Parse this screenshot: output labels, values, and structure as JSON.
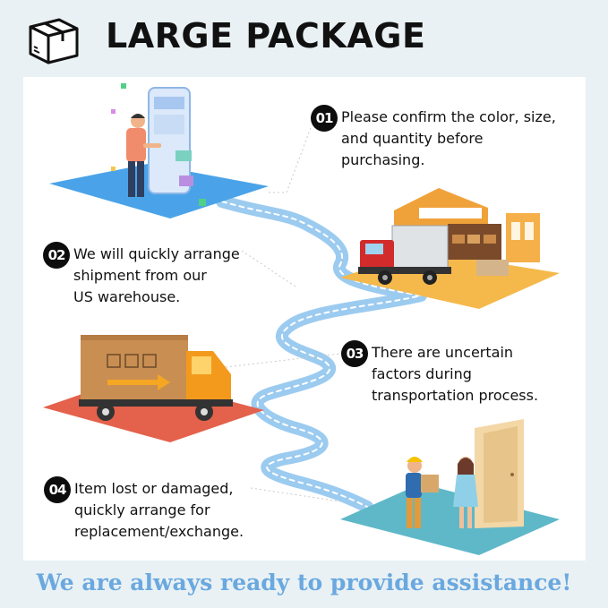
{
  "header": {
    "title": "LARGE PACKAGE",
    "icon": "box-icon"
  },
  "steps": [
    {
      "num": "01",
      "lines": [
        "Please confirm the color, size,",
        "and quantity before",
        "purchasing."
      ]
    },
    {
      "num": "02",
      "lines": [
        "We will quickly arrange",
        "shipment from our",
        "US warehouse."
      ]
    },
    {
      "num": "03",
      "lines": [
        "There are uncertain",
        "factors during",
        "transportation process."
      ]
    },
    {
      "num": "04",
      "lines": [
        "Item lost or damaged,",
        "quickly arrange for",
        "replacement/exchange."
      ]
    }
  ],
  "footer": {
    "text": "We are always ready to provide assistance!"
  },
  "colors": {
    "footer": "#6aa8df",
    "platform_blue": "#4aa3e8",
    "platform_orange": "#f5b94b",
    "platform_red": "#e4614b",
    "platform_teal": "#5fb8c8",
    "road": "#9ccbf0"
  }
}
